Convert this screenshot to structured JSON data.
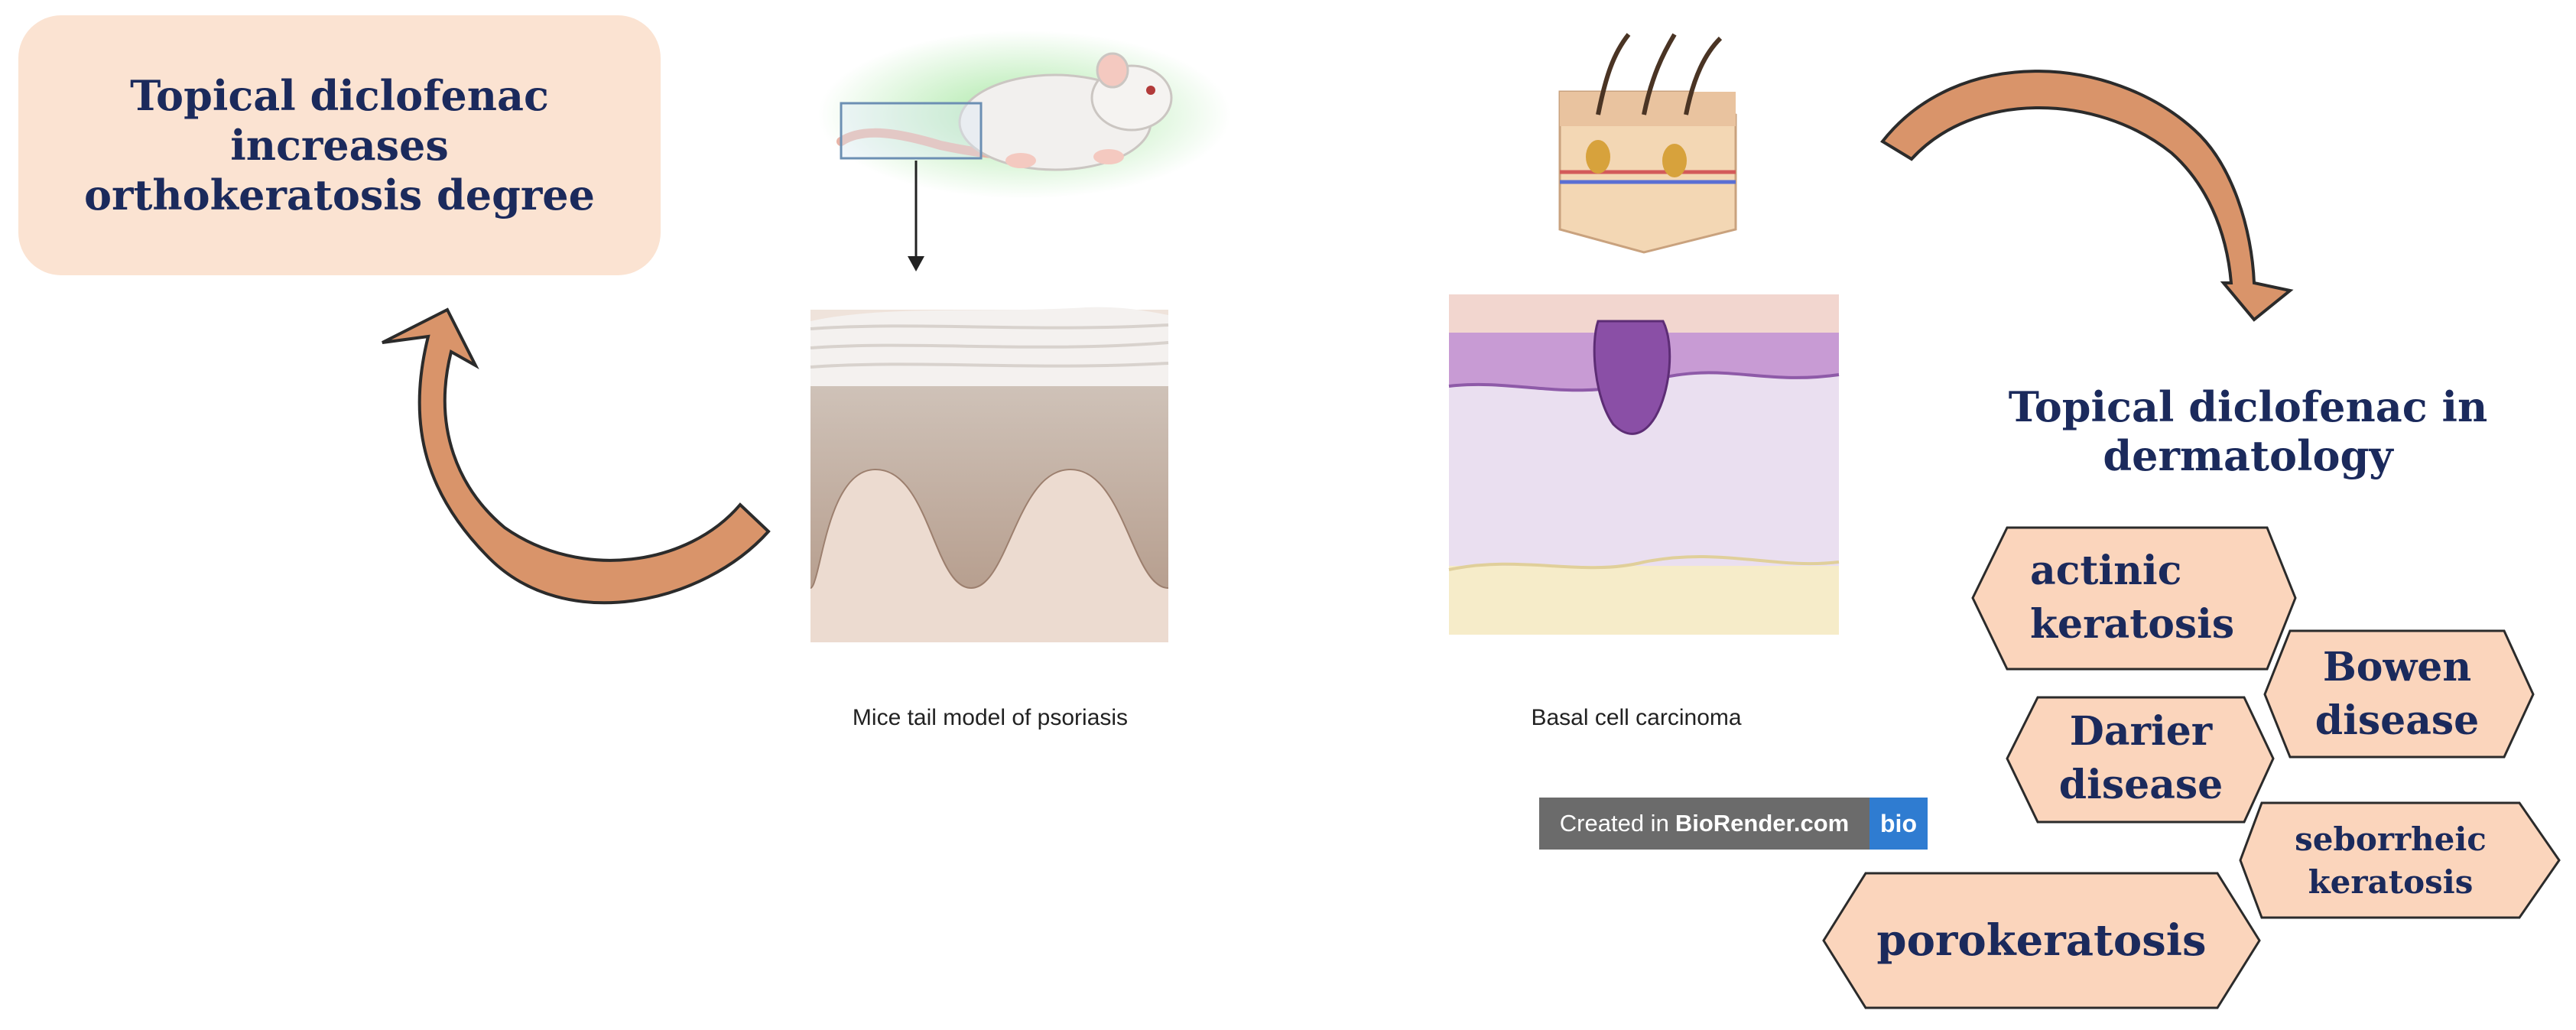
{
  "callout": {
    "text": "Topical diclofenac increases orthokeratosis degree"
  },
  "section_title": "Topical diclofenac in dermatology",
  "conditions": [
    {
      "lines": [
        "actinic",
        "keratosis"
      ]
    },
    {
      "lines": [
        "Bowen",
        "disease"
      ]
    },
    {
      "lines": [
        "Darier",
        "disease"
      ]
    },
    {
      "lines": [
        "seborrheic",
        "keratosis"
      ]
    },
    {
      "lines": [
        "porokeratosis"
      ]
    }
  ],
  "panels": {
    "psoriasis_model": {
      "caption": "Mice tail model of psoriasis"
    },
    "bcc": {
      "caption": "Basal cell carcinoma"
    }
  },
  "badge": {
    "prefix": "Created in",
    "brand": "BioRender.com",
    "logo": "bio"
  },
  "icons": [
    "mouse-icon",
    "skin-cross-section-icon",
    "tail-epidermis-histology",
    "basal-cell-carcinoma-histology",
    "curved-arrow-icon"
  ],
  "colors": {
    "callout_fill": "#fbe3d2",
    "hexagon_fill": "#fbd5bc",
    "arrow_fill": "#d9946a",
    "title_text": "#1b2a5c"
  }
}
